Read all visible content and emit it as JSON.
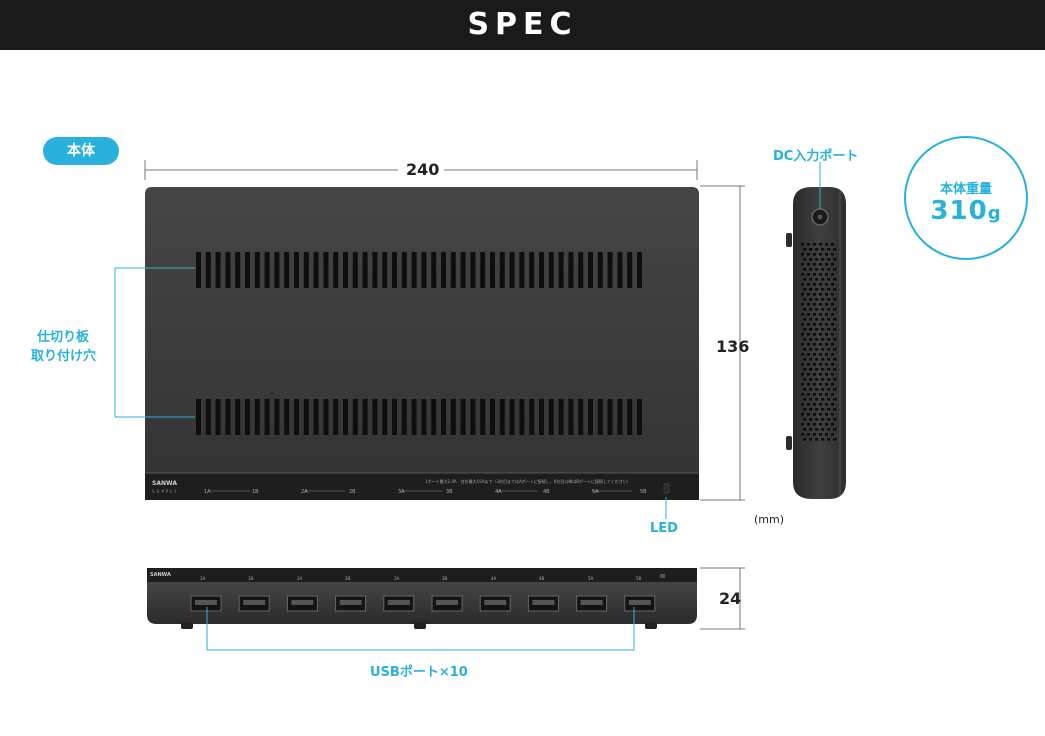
{
  "header": {
    "title": "SPEC"
  },
  "section_badge": {
    "label": "本体"
  },
  "dimensions": {
    "width": "240",
    "height": "136",
    "depth": "24",
    "unit": "(mm)"
  },
  "callouts": {
    "divider_holes": [
      "仕切り板",
      "取り付け穴"
    ],
    "led": "LED",
    "dc_port": "DC入力ポート",
    "usb_ports": "USBポート×10"
  },
  "weight": {
    "label": "本体重量",
    "value": "310",
    "unit": "g"
  },
  "device": {
    "brand": "SANWA",
    "brand_sub": "SUPPLY",
    "port_labels": [
      "1A",
      "1B",
      "2A",
      "2B",
      "3A",
      "3B",
      "4A",
      "4B",
      "5A",
      "5B"
    ],
    "notice": "1ポート最大2.4A　合計最大15Aまで（3台目まではAポートに接続し、6台目以降はBポートに接続してください）"
  },
  "colors": {
    "accent": "#27b1dc",
    "header_bg": "#1a1a1a",
    "device_body": "#3a3a3a"
  }
}
